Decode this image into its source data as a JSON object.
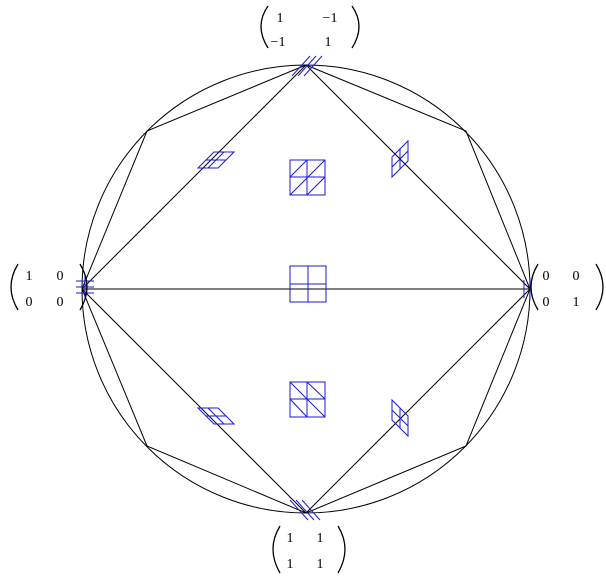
{
  "colors": {
    "ink": "#000000",
    "accent": "#1a1ad6"
  },
  "matrices": [
    {
      "id": "top",
      "rows": [
        [
          "1",
          "−1"
        ],
        [
          "−1",
          "1"
        ]
      ]
    },
    {
      "id": "left",
      "rows": [
        [
          "1",
          "0"
        ],
        [
          "0",
          "0"
        ]
      ]
    },
    {
      "id": "right",
      "rows": [
        [
          "0",
          "0"
        ],
        [
          "0",
          "1"
        ]
      ]
    },
    {
      "id": "bottom",
      "rows": [
        [
          "1",
          "1"
        ],
        [
          "1",
          "1"
        ]
      ]
    }
  ]
}
